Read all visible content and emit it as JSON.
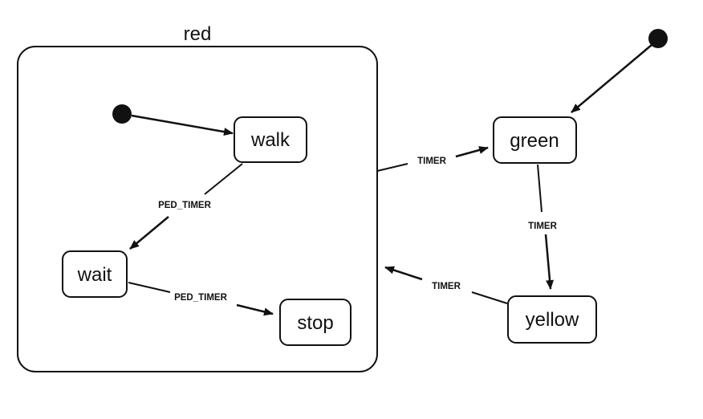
{
  "compound_state": {
    "label": "red"
  },
  "states": {
    "walk": "walk",
    "wait": "wait",
    "stop": "stop",
    "green": "green",
    "yellow": "yellow"
  },
  "transitions": {
    "walk_to_wait": "PED_TIMER",
    "wait_to_stop": "PED_TIMER",
    "red_to_green": "TIMER",
    "green_to_yellow": "TIMER",
    "yellow_to_red": "TIMER"
  },
  "colors": {
    "stroke": "#111111",
    "fill": "#ffffff",
    "text": "#111111"
  }
}
